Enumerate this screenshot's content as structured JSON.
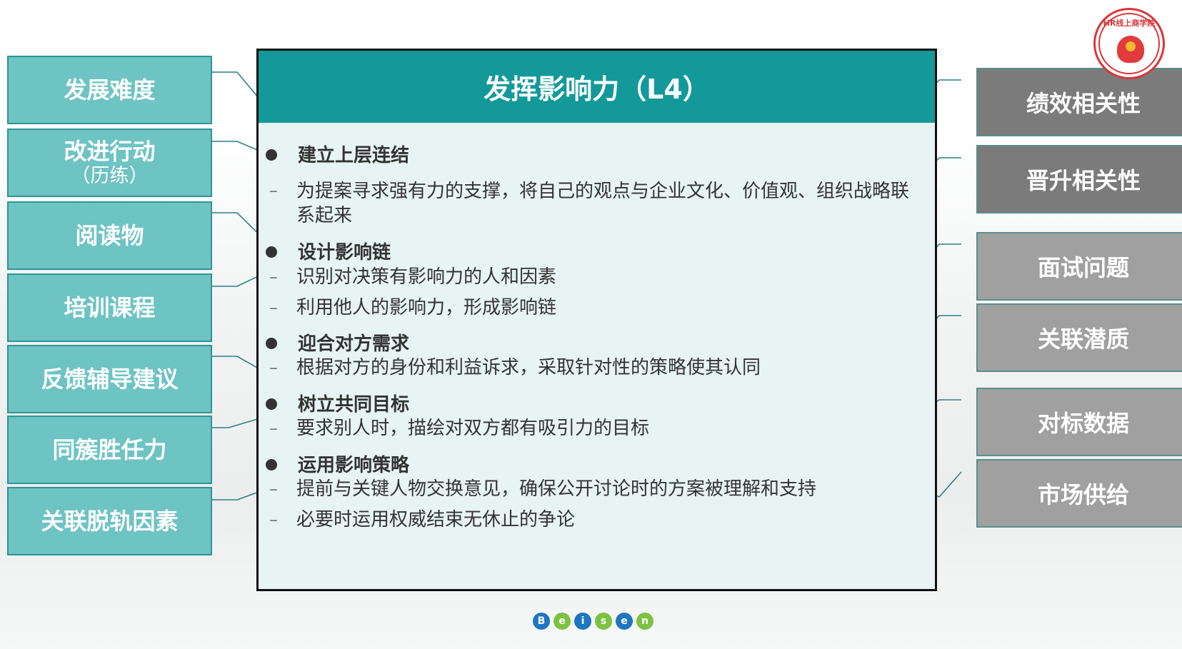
{
  "center": {
    "title": "发挥影响力（L4）",
    "sections": [
      {
        "heading": "建立上层连结",
        "items": [
          "为提案寻求强有力的支撑，将自己的观点与企业文化、价值观、组织战略联系起来"
        ]
      },
      {
        "heading": "设计影响链",
        "items": [
          "识别对决策有影响力的人和因素",
          "利用他人的影响力，形成影响链"
        ]
      },
      {
        "heading": "迎合对方需求",
        "items": [
          "根据对方的身份和利益诉求，采取针对性的策略使其认同"
        ]
      },
      {
        "heading": "树立共同目标",
        "items": [
          "要求别人时，描绘对双方都有吸引力的目标"
        ]
      },
      {
        "heading": "运用影响策略",
        "items": [
          "提前与关键人物交换意见，确保公开讨论时的方案被理解和支持",
          "必要时运用权威结束无休止的争论"
        ]
      }
    ],
    "dash_char": "–"
  },
  "left_boxes": [
    {
      "label": "发展难度"
    },
    {
      "label": "改进行动",
      "sub": "（历练）"
    },
    {
      "label": "阅读物"
    },
    {
      "label": "培训课程"
    },
    {
      "label": "反馈辅导建议"
    },
    {
      "label": "同簇胜任力"
    },
    {
      "label": "关联脱轨因素"
    }
  ],
  "right_boxes": [
    {
      "label": "绩效相关性",
      "tone": "dark"
    },
    {
      "label": "晋升相关性",
      "tone": "dark"
    },
    {
      "label": "面试问题",
      "tone": "light"
    },
    {
      "label": "关联潜质",
      "tone": "light"
    },
    {
      "label": "对标数据",
      "tone": "light"
    },
    {
      "label": "市场供给",
      "tone": "light"
    }
  ],
  "logo": {
    "name": "hr-college-seal-logo",
    "text": "HR线上商学院"
  },
  "footer_logo": {
    "name": "beisen-logo",
    "letters": [
      "B",
      "e",
      "i",
      "s",
      "e",
      "n"
    ]
  },
  "colors": {
    "header_teal": "#13999a",
    "left_box_fill": "#6ec3c3",
    "right_box_dark": "#7b7b7b",
    "right_box_light": "#a0a0a0",
    "connector": "#2a7f86",
    "beisen_blue": "#1f76c0",
    "beisen_green": "#7cc242"
  }
}
